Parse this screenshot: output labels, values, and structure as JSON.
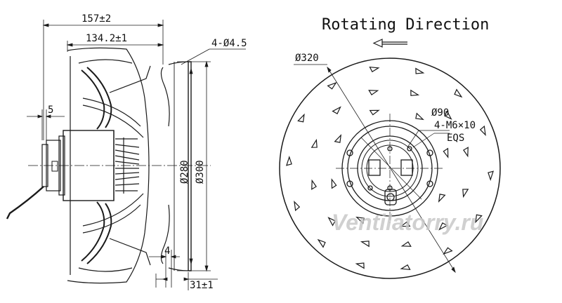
{
  "title": "Rotating Direction",
  "watermark": "Ventilatorry.ru",
  "side_view": {
    "dims": {
      "overall_length": "157±2",
      "body_length": "134.2±1",
      "mount_holes": "4-Ø4.5",
      "shaft_offset": "5",
      "inner_ring_dia": "Ø280",
      "outer_ring_dia": "Ø300",
      "flange_thickness": "4",
      "inlet_depth": "31±1"
    }
  },
  "front_view": {
    "dims": {
      "impeller_dia": "Ø320",
      "hub_dia": "Ø90",
      "hub_screws": "4-M6×10",
      "hub_screws_note": "EQS"
    }
  },
  "colors": {
    "line": "#1a1a1a",
    "watermark": "#c8c8c8"
  }
}
